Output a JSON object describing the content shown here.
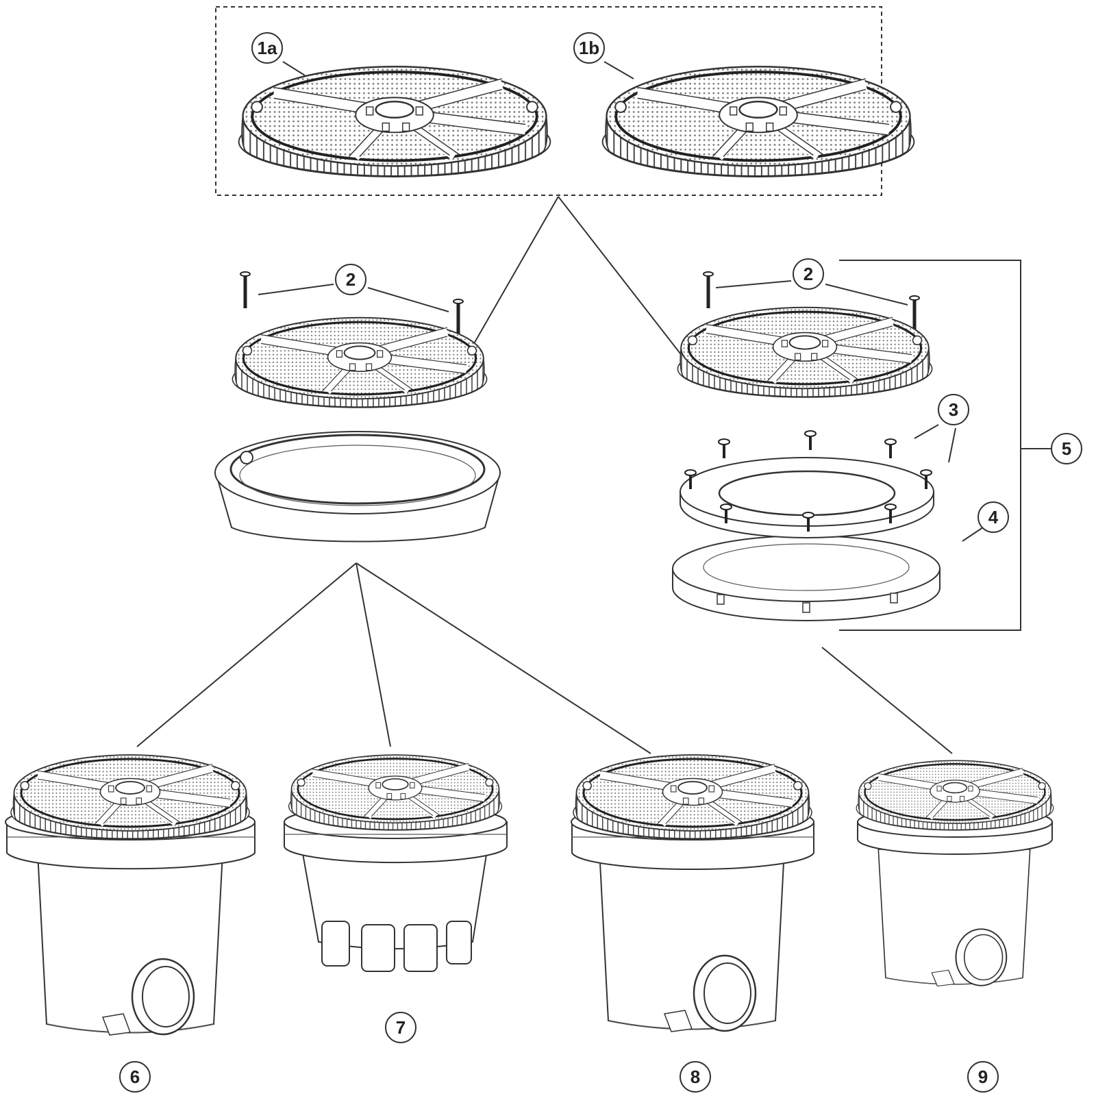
{
  "diagram": {
    "callouts": {
      "c1a": "1a",
      "c1b": "1b",
      "c2_left": "2",
      "c2_right": "2",
      "c3": "3",
      "c4": "4",
      "c5": "5",
      "c6": "6",
      "c7": "7",
      "c8": "8",
      "c9": "9"
    }
  }
}
